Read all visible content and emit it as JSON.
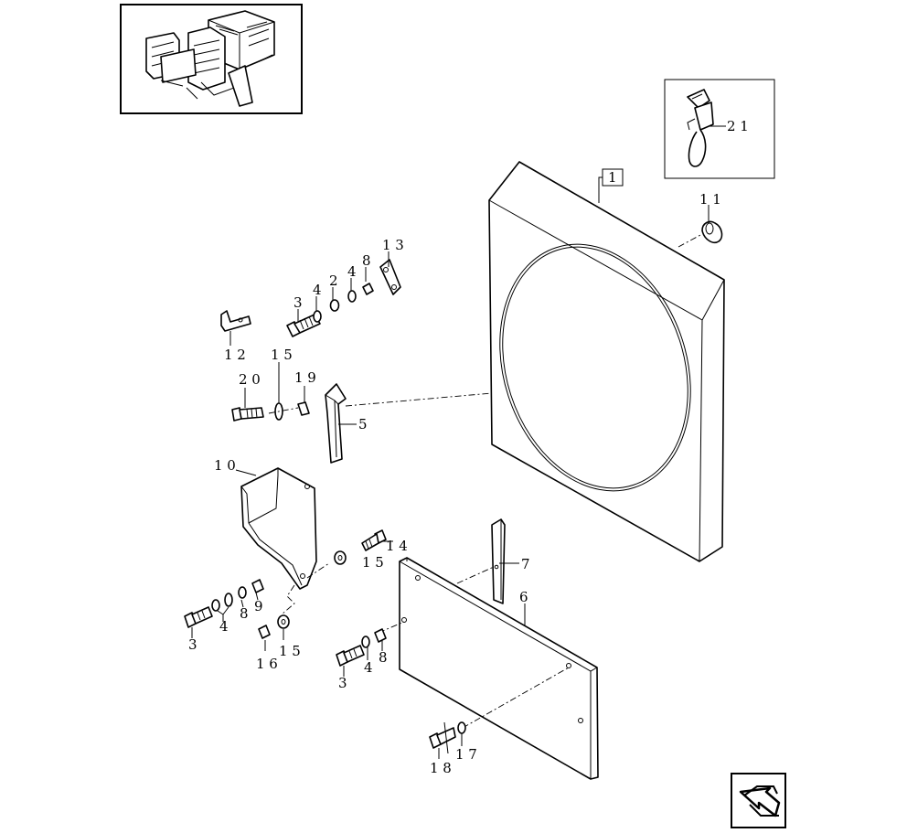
{
  "callouts": {
    "c1": "1",
    "c2": "2",
    "c3a": "3",
    "c3b": "3",
    "c3c": "3",
    "c4a": "4",
    "c4b": "4",
    "c4c": "4",
    "c4d": "4",
    "c5": "5",
    "c6": "6",
    "c7": "7",
    "c8a": "8",
    "c8b": "8",
    "c8c": "8",
    "c9": "9",
    "c10": "1 0",
    "c11": "1 1",
    "c12": "1 2",
    "c13": "1 3",
    "c14": "1 4",
    "c15a": "1 5",
    "c15b": "1 5",
    "c15c": "1 5",
    "c16": "1 6",
    "c17": "1 7",
    "c18": "1 8",
    "c19": "1 9",
    "c20": "2 0",
    "c21": "2 1"
  },
  "icons": {
    "machine": "tractor-overview-icon",
    "next": "next-page-arrow-icon"
  }
}
